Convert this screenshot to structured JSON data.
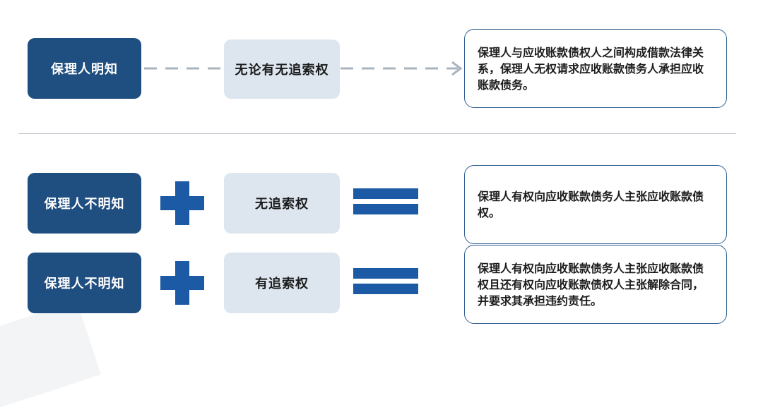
{
  "row1": {
    "left_label": "保理人明知",
    "middle_label": "无论有无追索权",
    "result_text": "保理人与应收账款债权人之间构成借款法律关系，保理人无权请求应收账款债务人承担应收账款债务。"
  },
  "row2": {
    "left_label": "保理人不明知",
    "middle_label": "无追索权",
    "result_text": "保理人有权向应收账款债务人主张应收账款债权。"
  },
  "row3": {
    "left_label": "保理人不明知",
    "middle_label": "有追索权",
    "result_text": "保理人有权向应收账款债务人主张应收账款债权且还有权向应收账款债权人主张解除合同，并要求其承担违约责任。"
  },
  "colors": {
    "dark_box": "#1f4e80",
    "light_box": "#dde6ef",
    "text_box_border": "#2f5e8f",
    "operator": "#1c5aa6",
    "dashed_arrow": "#a9b4be",
    "divider": "#b9c0c8"
  },
  "icons": {
    "connector": "dashed-arrow-icon",
    "plus": "plus-icon",
    "equals": "equals-icon"
  }
}
